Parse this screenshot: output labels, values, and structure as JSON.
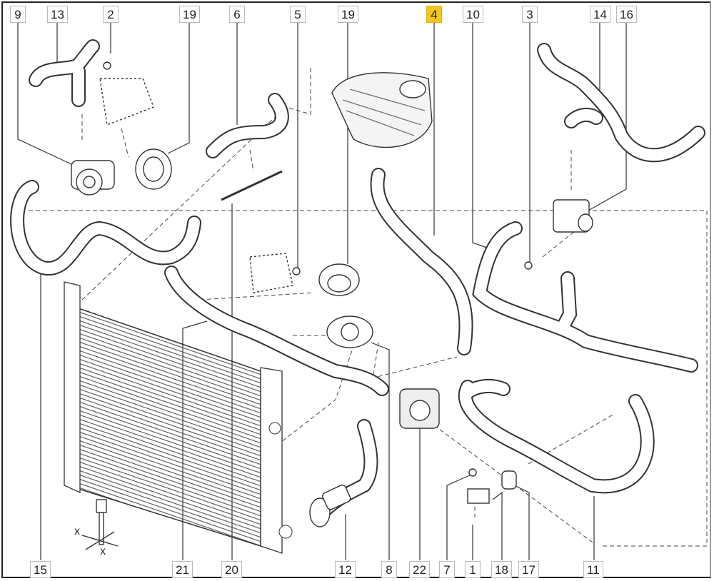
{
  "diagram": {
    "top_callouts": [
      {
        "label": "9"
      },
      {
        "label": "13"
      },
      {
        "label": "2"
      },
      {
        "label": "19"
      },
      {
        "label": "6"
      },
      {
        "label": "5"
      },
      {
        "label": "19"
      },
      {
        "label": "4",
        "highlighted": true
      },
      {
        "label": "10"
      },
      {
        "label": "3"
      },
      {
        "label": "14"
      },
      {
        "label": "16"
      }
    ],
    "bottom_callouts": [
      {
        "label": "15"
      },
      {
        "label": "21"
      },
      {
        "label": "20"
      },
      {
        "label": "12"
      },
      {
        "label": "8"
      },
      {
        "label": "22"
      },
      {
        "label": "7"
      },
      {
        "label": "1"
      },
      {
        "label": "18"
      },
      {
        "label": "17"
      },
      {
        "label": "11"
      }
    ],
    "axis_marks": {
      "x": "X"
    },
    "highlight_color": "#f3c623"
  }
}
